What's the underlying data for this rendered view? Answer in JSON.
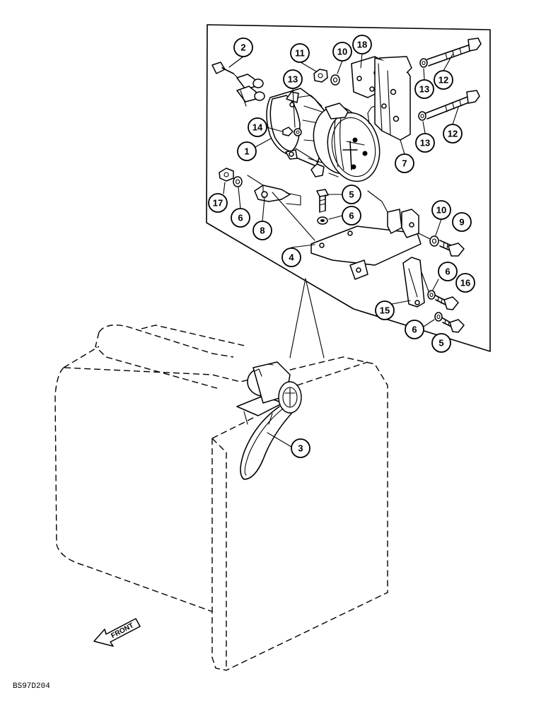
{
  "callouts": [
    {
      "id": "c2",
      "label": "2"
    },
    {
      "id": "c11",
      "label": "11"
    },
    {
      "id": "c10a",
      "label": "10"
    },
    {
      "id": "c18",
      "label": "18"
    },
    {
      "id": "c12a",
      "label": "12"
    },
    {
      "id": "c13a",
      "label": "13"
    },
    {
      "id": "c13b",
      "label": "13"
    },
    {
      "id": "c12b",
      "label": "12"
    },
    {
      "id": "c14",
      "label": "14"
    },
    {
      "id": "c1",
      "label": "1"
    },
    {
      "id": "c13c",
      "label": "13"
    },
    {
      "id": "c7",
      "label": "7"
    },
    {
      "id": "c5a",
      "label": "5"
    },
    {
      "id": "c6a",
      "label": "6"
    },
    {
      "id": "c17",
      "label": "17"
    },
    {
      "id": "c6b",
      "label": "6"
    },
    {
      "id": "c8",
      "label": "8"
    },
    {
      "id": "c10b",
      "label": "10"
    },
    {
      "id": "c9",
      "label": "9"
    },
    {
      "id": "c4",
      "label": "4"
    },
    {
      "id": "c6c",
      "label": "6"
    },
    {
      "id": "c16",
      "label": "16"
    },
    {
      "id": "c15",
      "label": "15"
    },
    {
      "id": "c6d",
      "label": "6"
    },
    {
      "id": "c5b",
      "label": "5"
    },
    {
      "id": "c3",
      "label": "3"
    }
  ],
  "front_arrow_label": "FRONT",
  "drawing_code": "BS97D204"
}
